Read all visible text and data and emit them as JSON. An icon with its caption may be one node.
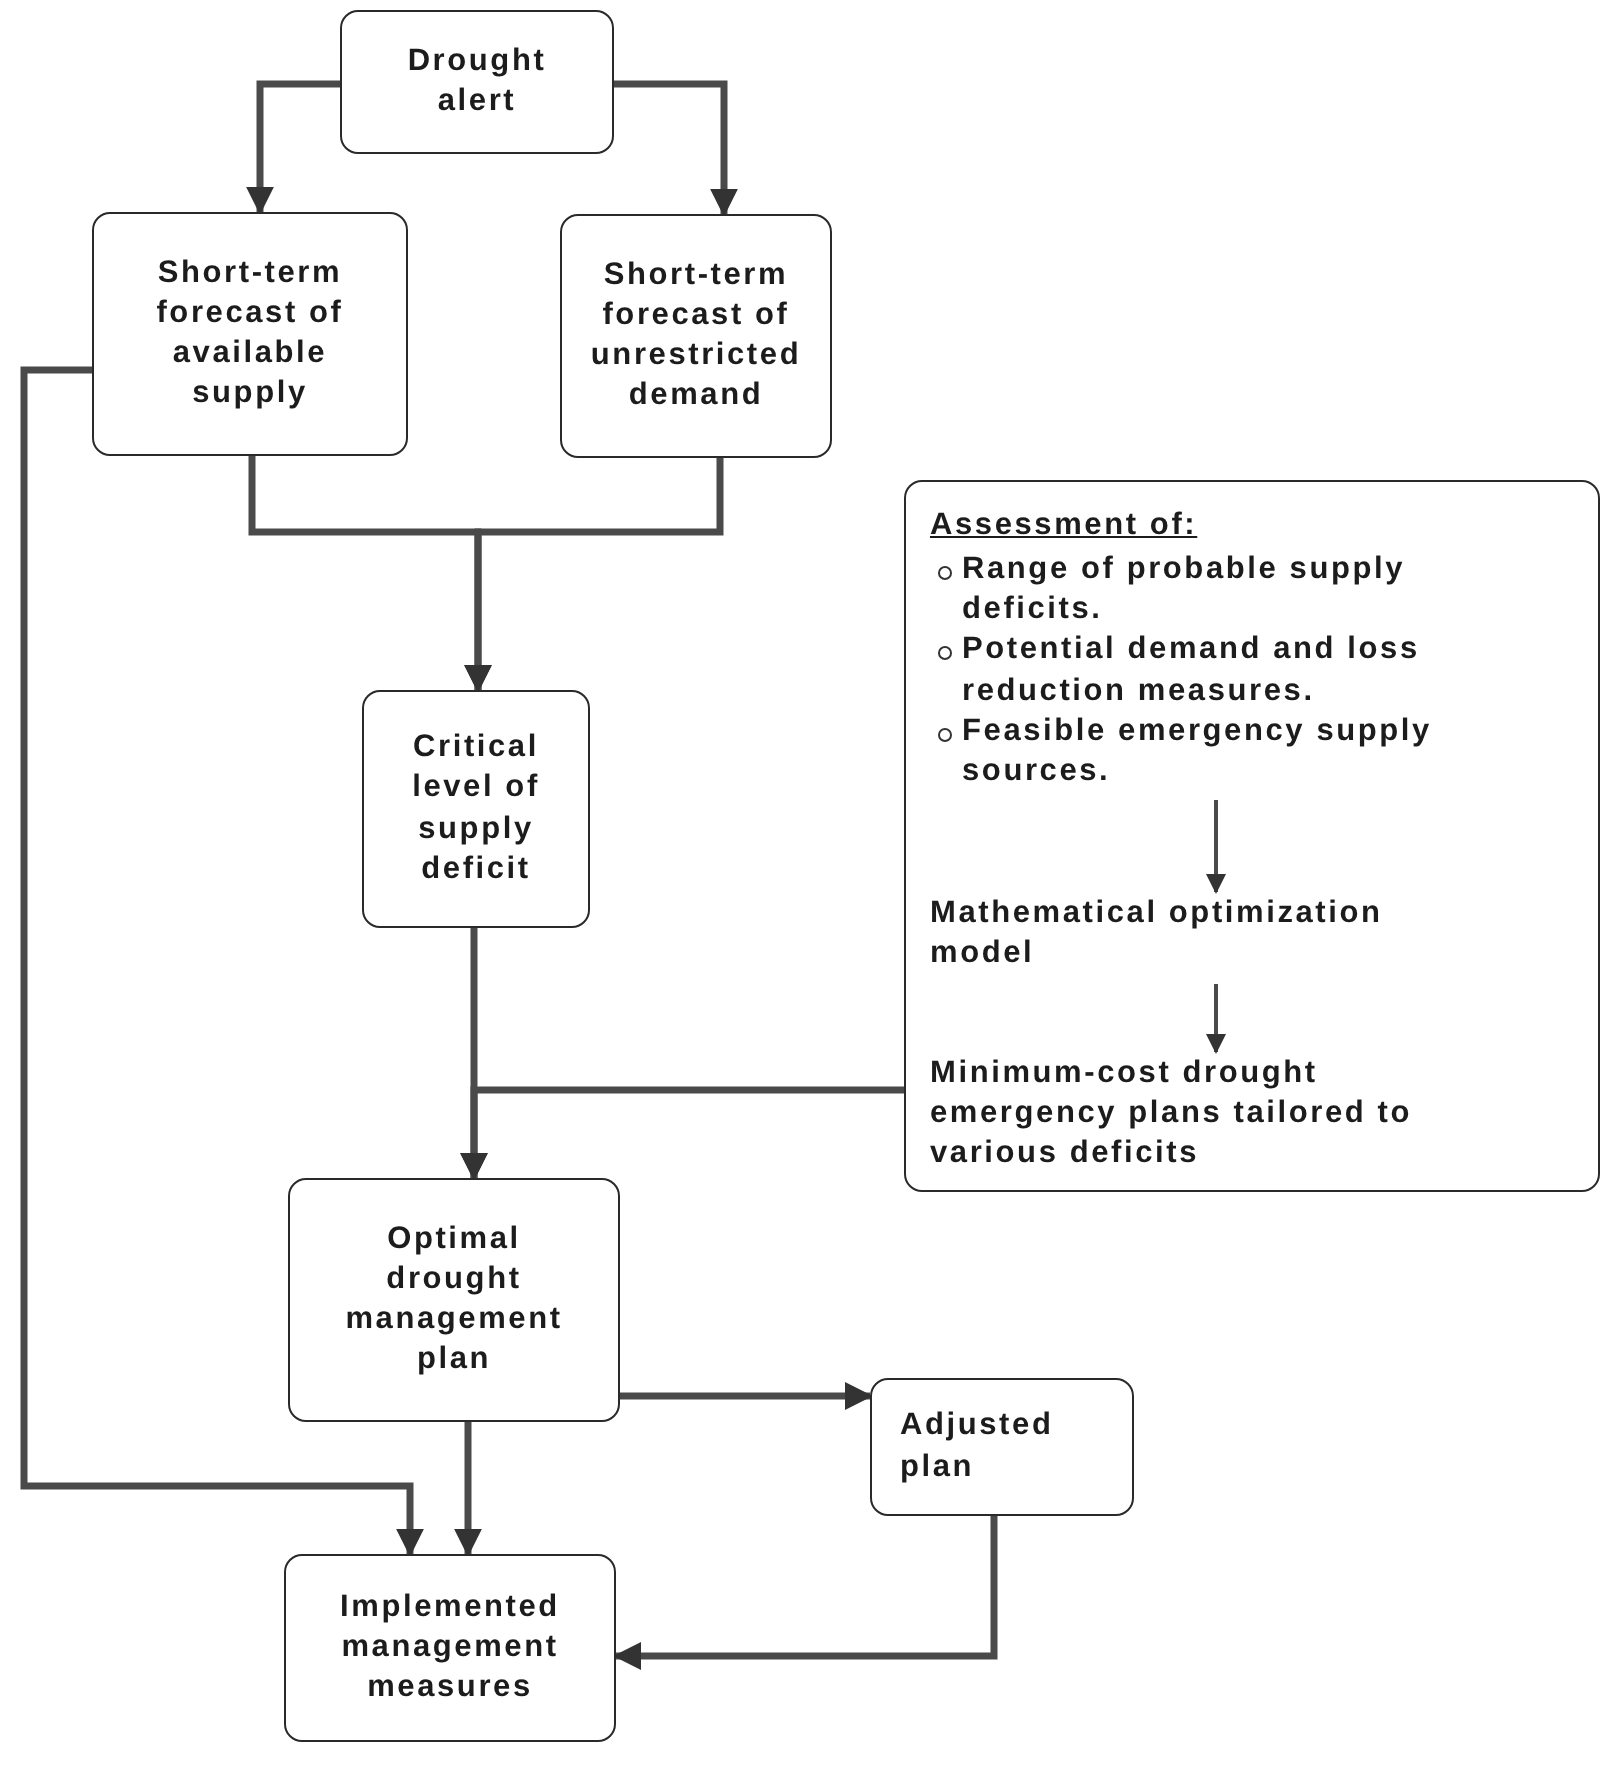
{
  "diagram": {
    "nodes": [
      {
        "text": [
          "Drought alert"
        ]
      },
      {
        "text": [
          "Short-term forecast of available supply"
        ]
      },
      {
        "text": [
          "Short-term forecast of unrestricted demand"
        ]
      },
      {
        "text": [
          "Critical level of supply deficit"
        ]
      },
      {
        "text": [],
        "shape": "box"
      },
      {
        "text": [
          "Assessment of:",
          "Range of probable supply deficits.",
          "Potential demand and loss reduction measures.",
          "Feasible emergency supply sources."
        ],
        "in": 4
      },
      {
        "text": [
          "Mathematical optimization model"
        ],
        "in": 4
      },
      {
        "text": [
          "Minimum-cost drought emergency plans tailored to various deficits"
        ],
        "in": 4
      },
      {
        "text": [
          "Optimal drought management plan"
        ]
      },
      {
        "text": [
          "Adjusted plan"
        ]
      },
      {
        "text": [
          "Implemented management measures"
        ]
      }
    ],
    "edges": [
      {
        "from": 0,
        "to": 1,
        "arrow": "to"
      },
      {
        "from": 0,
        "to": 2,
        "arrow": "to"
      },
      {
        "from": 1,
        "to": 3,
        "arrow": "to"
      },
      {
        "from": 2,
        "to": 3,
        "arrow": "to"
      },
      {
        "from": 5,
        "to": 6,
        "arrow": "to"
      },
      {
        "from": 6,
        "to": 7,
        "arrow": "to"
      },
      {
        "from": 4,
        "to": 8,
        "arrow": "to"
      },
      {
        "from": 3,
        "to": 8,
        "arrow": "to"
      },
      {
        "from": 8,
        "to": 9,
        "arrow": "to"
      },
      {
        "from": 8,
        "to": 10,
        "arrow": "to"
      },
      {
        "from": 1,
        "to": 10,
        "arrow": "to"
      },
      {
        "from": 9,
        "to": 10,
        "arrow": "to"
      }
    ]
  }
}
